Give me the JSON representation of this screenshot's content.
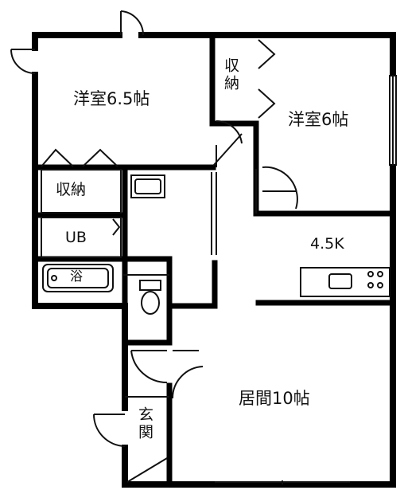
{
  "rooms": {
    "western_room_a": "洋室6.5帖",
    "western_room_b": "洋室6帖",
    "closet_horizontal": "収納",
    "closet_vertical": "収納",
    "unit_bath": "UB",
    "bath_fixture": "浴",
    "kitchen": "4.5K",
    "living_room": "居間10帖",
    "entrance": "玄関"
  },
  "colors": {
    "wall": "#000000",
    "line": "#111111",
    "background": "#ffffff"
  }
}
